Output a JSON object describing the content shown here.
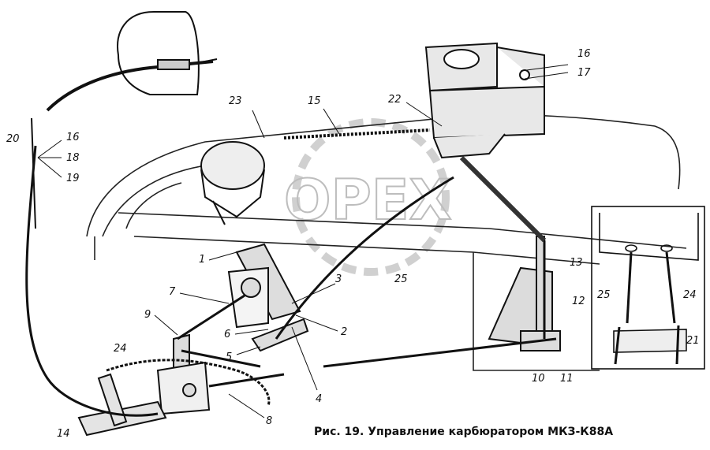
{
  "caption": "Рис. 19. Управление карбюратором МКЗ-К88А",
  "watermark": "OPEX",
  "labels": [
    {
      "id": "l1",
      "text": "1"
    },
    {
      "id": "l2",
      "text": "2"
    },
    {
      "id": "l3",
      "text": "3"
    },
    {
      "id": "l4",
      "text": "4"
    },
    {
      "id": "l5",
      "text": "5"
    },
    {
      "id": "l6",
      "text": "6"
    },
    {
      "id": "l7",
      "text": "7"
    },
    {
      "id": "l8",
      "text": "8"
    },
    {
      "id": "l9",
      "text": "9"
    },
    {
      "id": "l10",
      "text": "10"
    },
    {
      "id": "l11",
      "text": "11"
    },
    {
      "id": "l12",
      "text": "12"
    },
    {
      "id": "l13",
      "text": "13"
    },
    {
      "id": "l14",
      "text": "14"
    },
    {
      "id": "l15",
      "text": "15"
    },
    {
      "id": "l16a",
      "text": "16"
    },
    {
      "id": "l16b",
      "text": "16"
    },
    {
      "id": "l17",
      "text": "17"
    },
    {
      "id": "l18",
      "text": "18"
    },
    {
      "id": "l19",
      "text": "19"
    },
    {
      "id": "l20",
      "text": "20"
    },
    {
      "id": "l21",
      "text": "21"
    },
    {
      "id": "l22",
      "text": "22"
    },
    {
      "id": "l23",
      "text": "23"
    },
    {
      "id": "l24a",
      "text": "24"
    },
    {
      "id": "l24b",
      "text": "24"
    },
    {
      "id": "l25a",
      "text": "25"
    },
    {
      "id": "l25b",
      "text": "25"
    }
  ]
}
